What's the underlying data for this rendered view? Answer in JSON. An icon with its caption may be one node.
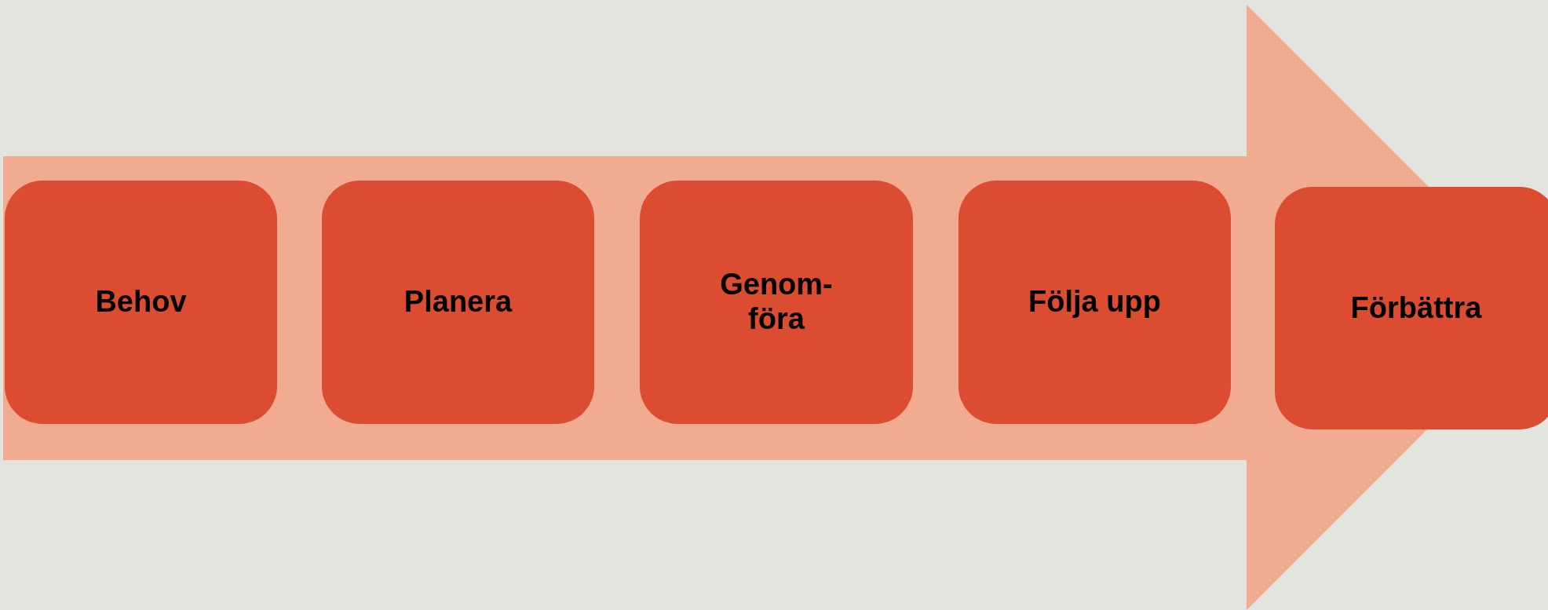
{
  "diagram": {
    "nodes": [
      {
        "text": [],
        "shape": "arrow"
      },
      {
        "text": [
          "Behov"
        ],
        "in": 0
      },
      {
        "text": [
          "Planera"
        ],
        "in": 0
      },
      {
        "text": [
          "Genom-föra"
        ],
        "in": 0
      },
      {
        "text": [
          "Följa upp"
        ],
        "in": 0
      },
      {
        "text": [
          "Förbättra"
        ],
        "in": 0
      }
    ]
  }
}
